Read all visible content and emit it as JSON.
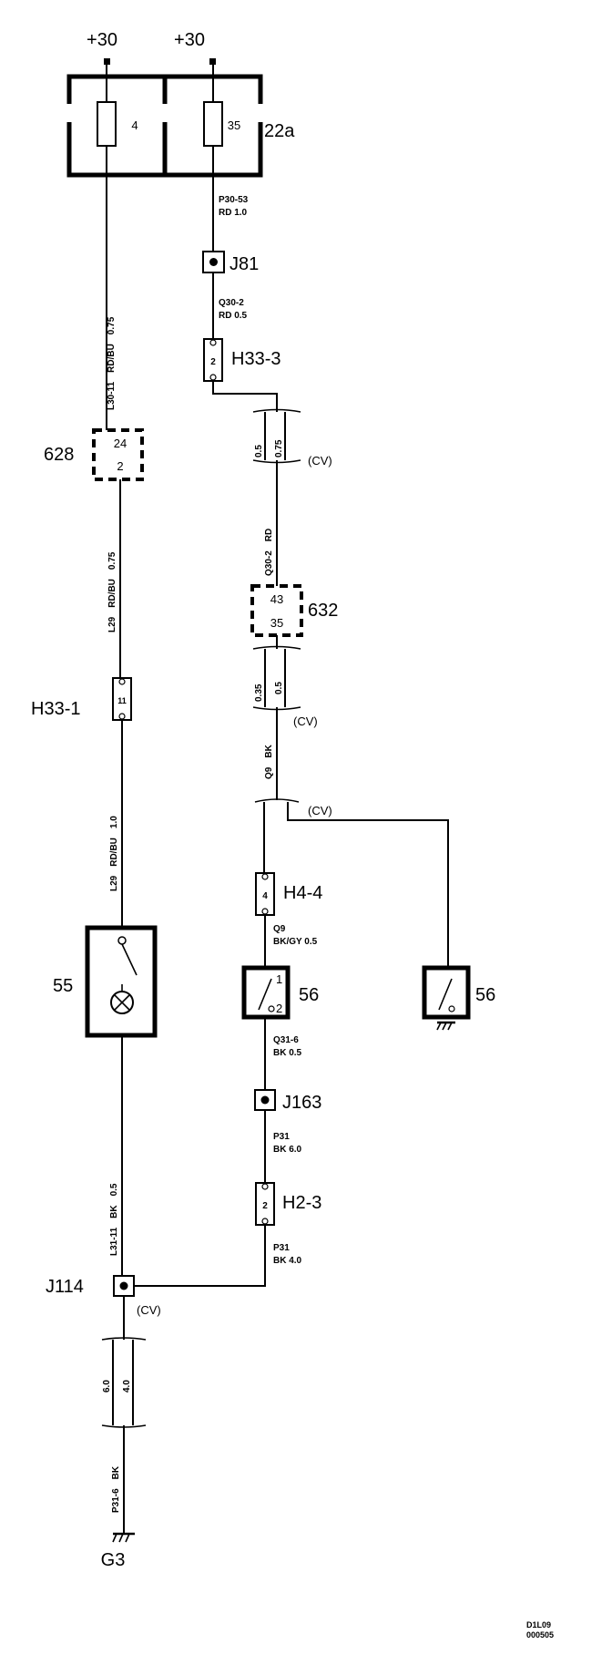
{
  "supplies": {
    "left": "+30",
    "right": "+30"
  },
  "fuse_box": {
    "id": "22a",
    "fuse_left": "4",
    "fuse_right": "35"
  },
  "wires": {
    "p30_53": {
      "code": "P30-53",
      "spec": "RD  1.0"
    },
    "q30_2_upper": {
      "code": "Q30-2",
      "spec": "RD  0.5"
    },
    "l30_11": {
      "code": "L30-11",
      "color": "RD/BU",
      "size": "0.75"
    },
    "q30_2_vertical": {
      "code": "Q30-2",
      "color": "RD"
    },
    "l29_upper": {
      "code": "L29",
      "color": "RD/BU",
      "size": "0.75"
    },
    "q9_vertical": {
      "code": "Q9",
      "color": "BK"
    },
    "l29_lower": {
      "code": "L29",
      "color": "RD/BU",
      "size": "1.0"
    },
    "q9_lower": {
      "code": "Q9",
      "spec": "BK/GY  0.5"
    },
    "q31_6": {
      "code": "Q31-6",
      "spec": "BK  0.5"
    },
    "l31_11": {
      "code": "L31-11",
      "color": "BK",
      "size": "0.5"
    },
    "p31_upper": {
      "code": "P31",
      "spec": "BK  6.0"
    },
    "p31_lower": {
      "code": "P31",
      "spec": "BK  4.0"
    },
    "p31_6": {
      "code": "P31-6",
      "color": "BK"
    }
  },
  "splices": [
    {
      "id": "CV1",
      "label": "(CV)",
      "size_a": "0.5",
      "size_b": "0.75"
    },
    {
      "id": "CV2",
      "label": "(CV)",
      "size_a": "0.35",
      "size_b": "0.5"
    },
    {
      "id": "CV3",
      "label": "(CV)"
    },
    {
      "id": "CV4",
      "label": "(CV)",
      "size_a": "6.0",
      "size_b": "4.0"
    }
  ],
  "junctions": {
    "j81": "J81",
    "j163": "J163",
    "j114": "J114"
  },
  "connectors": {
    "h33_3": {
      "id": "H33-3",
      "pin": "2"
    },
    "c628": {
      "id": "628",
      "pin_top": "24",
      "pin_bottom": "2"
    },
    "c632": {
      "id": "632",
      "pin_top": "43",
      "pin_bottom": "35"
    },
    "h33_1": {
      "id": "H33-1",
      "pin": "11"
    },
    "h4_4": {
      "id": "H4-4",
      "pin": "4"
    },
    "h2_3": {
      "id": "H2-3",
      "pin": "2"
    }
  },
  "components": {
    "c55": {
      "id": "55"
    },
    "c56_left": {
      "id": "56",
      "pin1": "1",
      "pin2": "2"
    },
    "c56_right": {
      "id": "56"
    }
  },
  "ground": {
    "id": "G3"
  },
  "doc_ref": {
    "line1": "D1L09",
    "line2": "000505"
  }
}
